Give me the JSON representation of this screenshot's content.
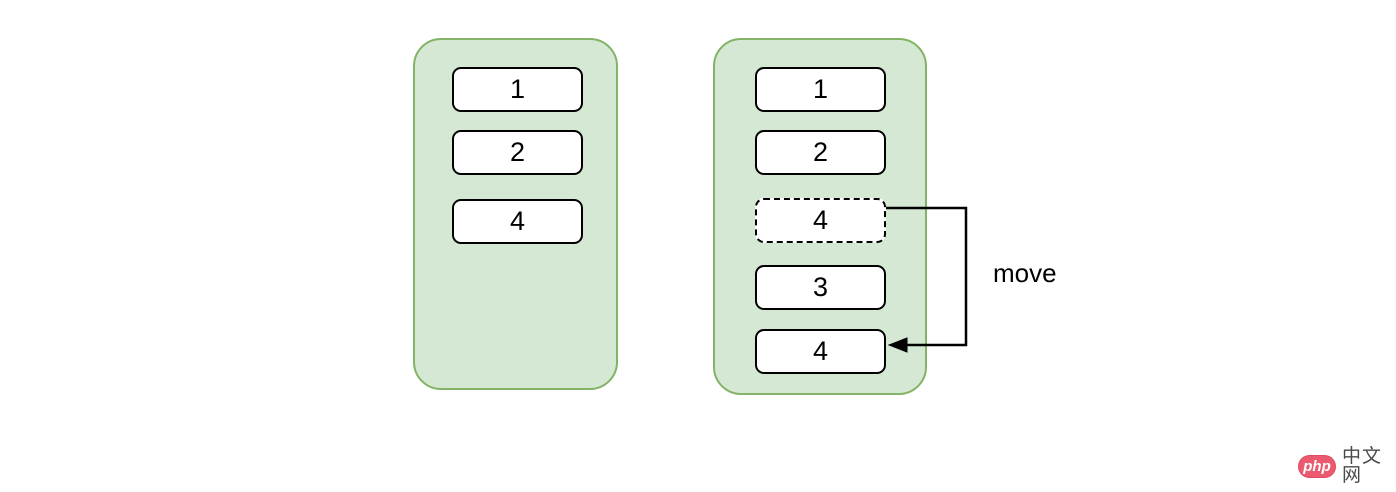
{
  "figure": {
    "left_stack": {
      "items": [
        {
          "label": "1",
          "style": "solid"
        },
        {
          "label": "2",
          "style": "solid"
        },
        {
          "label": "4",
          "style": "solid"
        }
      ]
    },
    "right_stack": {
      "items": [
        {
          "label": "1",
          "style": "solid"
        },
        {
          "label": "2",
          "style": "solid"
        },
        {
          "label": "4",
          "style": "dashed"
        },
        {
          "label": "3",
          "style": "solid"
        },
        {
          "label": "4",
          "style": "solid"
        }
      ]
    },
    "arrow_label": "move"
  },
  "colors": {
    "container_fill": "#d5e8d4",
    "container_stroke": "#82b366",
    "box_fill": "#ffffff",
    "box_stroke": "#000000",
    "arrow": "#000000"
  },
  "watermark": {
    "badge_text": "php",
    "site_text": "中文网",
    "badge_color": "#eb5a6e",
    "site_text_color": "#4a4a4a"
  }
}
